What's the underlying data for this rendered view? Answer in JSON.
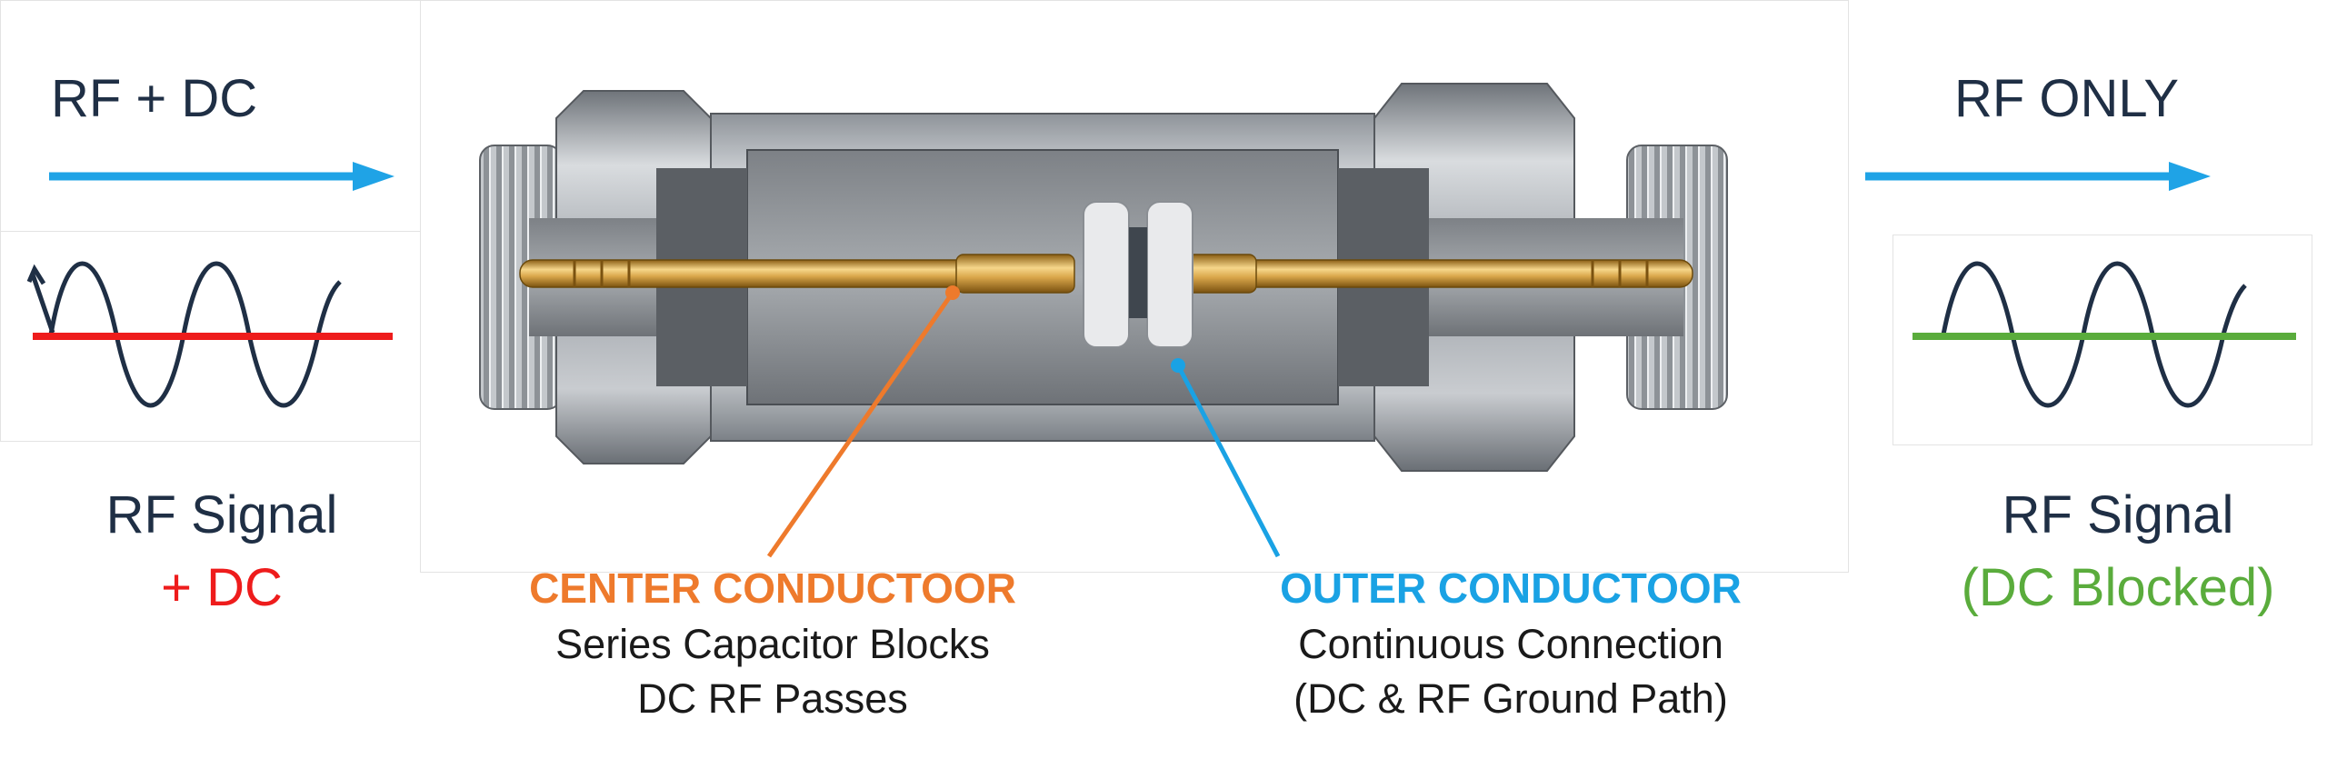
{
  "left": {
    "heading": "RF + DC",
    "signal_line1": "RF Signal",
    "signal_line2": "+ DC"
  },
  "right": {
    "heading": "RF ONLY",
    "signal_line1": "RF Signal",
    "signal_line2": "(DC Blocked)"
  },
  "center_conductor": {
    "title": "CENTER CONDUCTOOR",
    "line1": "Series Capacitor Blocks",
    "line2": "DC RF Passes"
  },
  "outer_conductor": {
    "title": "OUTER CONDUCTOOR",
    "line1": "Continuous Connection",
    "line2": "(DC & RF Ground Path)"
  },
  "colors": {
    "text_dark": "#1f2f45",
    "arrow_blue": "#1fa3e6",
    "dc_red": "#ee1c1c",
    "dc_green": "#5aac3c",
    "center_orange": "#ee7a2c",
    "outer_blue": "#1aa2e4",
    "wave": "#1f2f45",
    "gold": "#d9a64a",
    "steel": "#b9bec4"
  },
  "icons": [
    "input-flow-arrow-icon",
    "output-flow-arrow-icon",
    "rf-plus-dc-waveform-icon",
    "rf-only-waveform-icon",
    "dc-block-connector-illustration"
  ]
}
